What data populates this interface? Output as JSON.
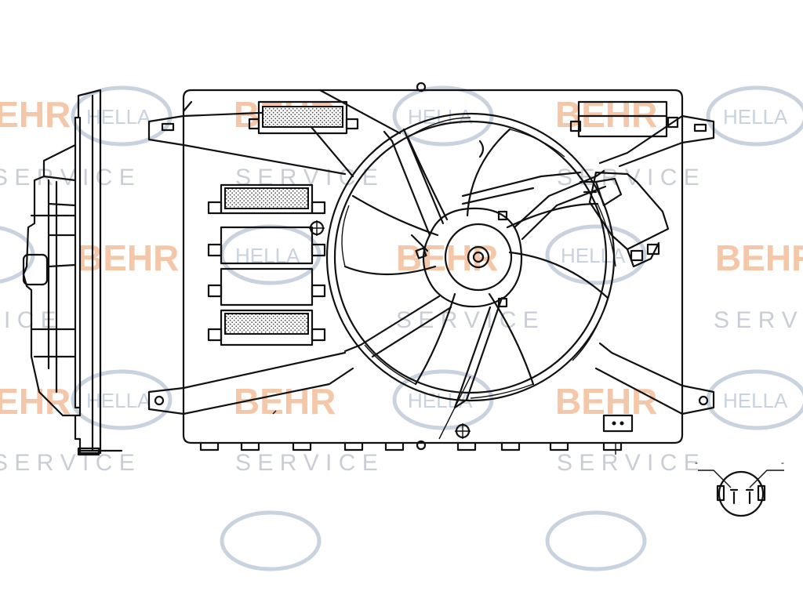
{
  "watermark": {
    "brand_1": "BEHR",
    "brand_2": "HELLA",
    "service_text": "S E R V I C E",
    "brand_1_color": "#f4c7a8",
    "brand_2_color": "#c9d3df",
    "service_color": "#c9ced6"
  },
  "drawing": {
    "line_color": "#111111",
    "connector_pin_label": "- -"
  }
}
